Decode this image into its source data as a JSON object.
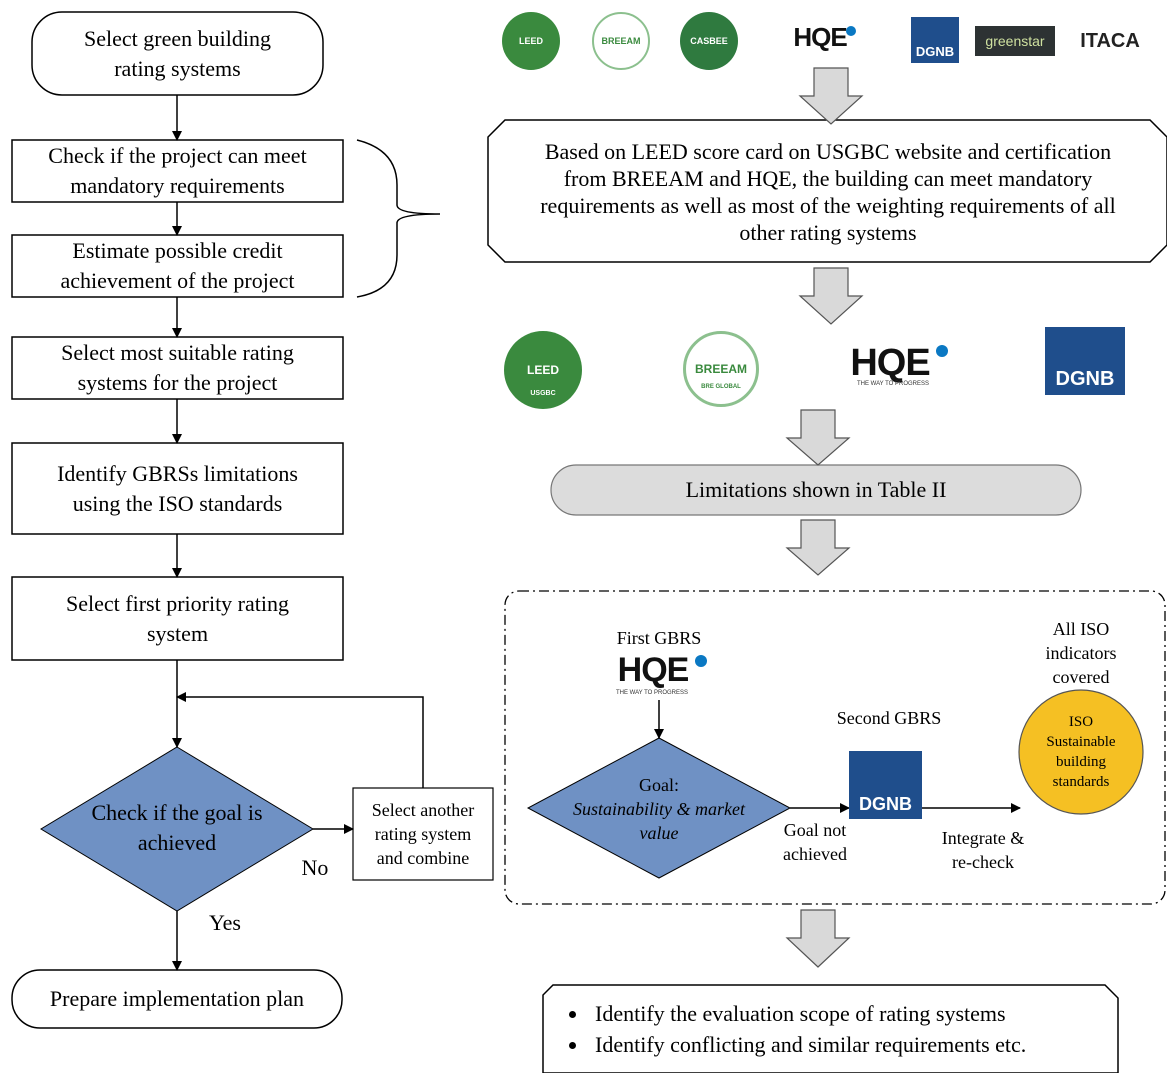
{
  "left_flow": {
    "start": "Select green building\nrating systems",
    "check_mandatory": "Check if the project can meet\nmandatory requirements",
    "estimate_credit": "Estimate possible credit\nachievement of the project",
    "select_suitable": "Select most suitable rating\nsystems for the project",
    "identify_limitations": "Identify GBRSs limitations\nusing the ISO standards",
    "select_first": "Select first priority rating\nsystem",
    "decision": "Check if the goal is\nachieved",
    "select_another": "Select another\nrating system\nand combine",
    "no_label": "No",
    "yes_label": "Yes",
    "end": "Prepare implementation plan"
  },
  "right_flow": {
    "logos_top": [
      "LEED",
      "BREEAM",
      "CASBEE",
      "HQE",
      "DGNB",
      "greenstar",
      "ITACA"
    ],
    "based_on_text": "Based on LEED score card on USGBC website and certification\nfrom BREEAM and HQE, the building can meet mandatory\nrequirements as well as most of the weighting requirements of all\nother rating systems",
    "logos_selected": [
      "LEED",
      "BREEAM",
      "HQE",
      "DGNB"
    ],
    "limitations_text": "Limitations shown in Table II",
    "first_gbrs": "First GBRS",
    "second_gbrs": "Second GBRS",
    "goal_title": "Goal:",
    "goal_value": "Sustainability & market\nvalue",
    "goal_not_achieved": "Goal not\nachieved",
    "integrate_recheck": "Integrate &\nre-check",
    "all_iso_covered": "All ISO\nindicators\ncovered",
    "iso_circle": "ISO\nSustainable\nbuilding\nstandards",
    "bullets": [
      "Identify the evaluation scope of rating systems",
      "Identify conflicting and similar requirements etc."
    ]
  },
  "logo_sublabels": {
    "leed": "USGBC",
    "breeam": "BRE GLOBAL",
    "hqe_tagline": "THE WAY TO PROGRESS"
  },
  "colors": {
    "decision_fill": "#6f91c4",
    "limitations_fill": "#dcdcdc",
    "iso_fill": "#f5c023",
    "block_arrow_fill": "#d9d9d9",
    "leed_green": "#3a8a3e",
    "dgnb_blue": "#1f4e8c",
    "hqe_blue": "#0a78c3"
  }
}
